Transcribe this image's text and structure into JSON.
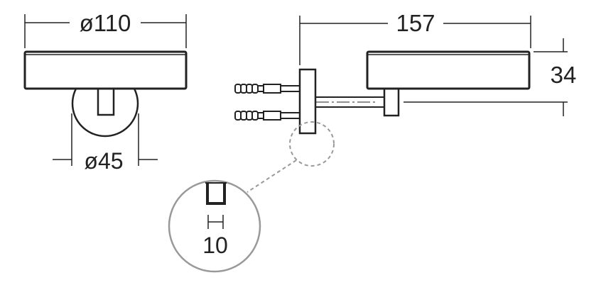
{
  "dimensions": {
    "plate_diameter": "ø110",
    "rosette_diameter": "ø45",
    "depth": "157",
    "height": "34",
    "rosette_thickness": "10"
  },
  "colors": {
    "line": "#222222",
    "callout": "#999999",
    "background": "#ffffff"
  }
}
